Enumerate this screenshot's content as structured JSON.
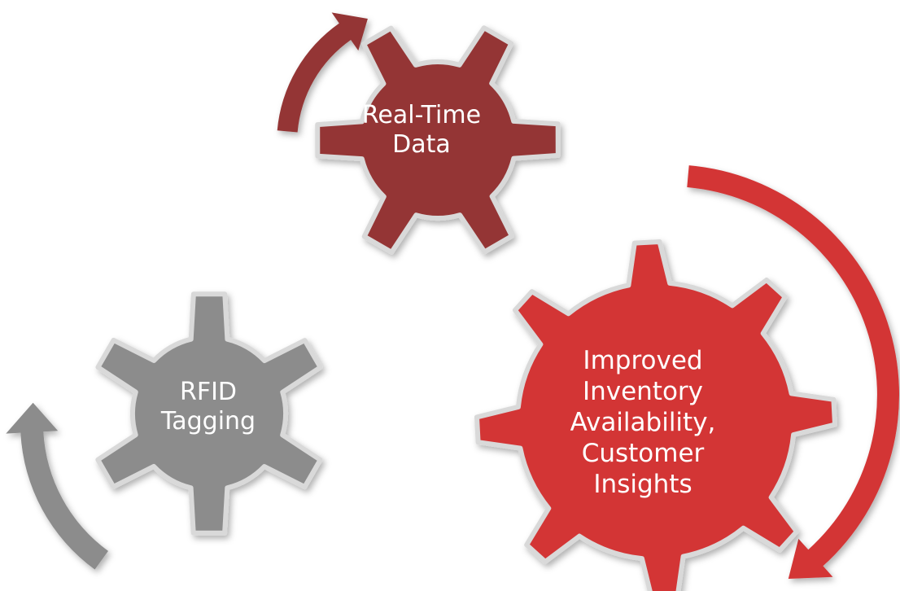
{
  "diagram": {
    "gears": [
      {
        "id": "real-time-data",
        "lines": [
          "Real-Time",
          "Data"
        ],
        "color": "#943634"
      },
      {
        "id": "rfid-tagging",
        "lines": [
          "RFID",
          "Tagging"
        ],
        "color": "#8C8C8C"
      },
      {
        "id": "improved-inventory",
        "lines": [
          "Improved",
          "Inventory",
          "Availability,",
          "Customer",
          "Insights"
        ],
        "color": "#D33436"
      }
    ],
    "arrows": [
      {
        "id": "arrow-real-time",
        "color": "#943634"
      },
      {
        "id": "arrow-rfid",
        "color": "#8C8C8C"
      },
      {
        "id": "arrow-improved",
        "color": "#D33436"
      }
    ],
    "gear_outline_color": "#D9D9D9"
  }
}
